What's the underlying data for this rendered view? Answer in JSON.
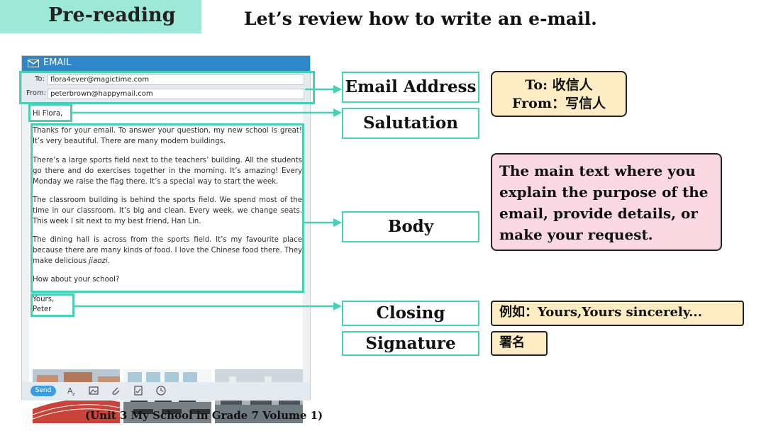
{
  "badge": "Pre-reading",
  "heading": "Let’s review how to write an e-mail.",
  "email": {
    "title": "EMAIL",
    "to_label": "To:",
    "to_value": "flora4ever@magictime.com",
    "from_label": "From:",
    "from_value": "peterbrown@happymail.com",
    "salutation": "Hi Flora,",
    "body": [
      "Thanks for your email. To answer your question, my new school is great! It’s very beautiful. There are many modern buildings.",
      "There’s a large sports field next to the teachers’ building. All the students go there and do exercises together in the morning. It’s amazing! Every Monday we raise the flag there. It’s a special way to start the week.",
      "The classroom building is behind the sports field. We spend most of the time in our classroom. It’s big and clean. Every week, we change seats. This week I sit next to my best friend, Han Lin.",
      "The dining hall is across from the sports field. It’s my favourite place because there are many kinds of food. I love the Chinese food there. They make delicious",
      "How about your school?"
    ],
    "body_italic": "jiaozi.",
    "closing": "Yours,",
    "signature": "Peter",
    "send": "Send"
  },
  "labels": {
    "email_address": "Email Address",
    "salutation": "Salutation",
    "body": "Body",
    "closing": "Closing",
    "signature": "Signature"
  },
  "notes": {
    "to_line": "To: 收信人",
    "from_line": "From：写信人",
    "main_text": "The main text where you explain the purpose of the email, provide details, or make your request.",
    "closing_example": "例如：Yours,Yours sincerely...",
    "signature_note": "署名"
  },
  "caption": "(Unit 3 My School in Grade 7 Volume 1)",
  "colors": {
    "accent": "#47d0b4",
    "badge": "#9ee8d8",
    "window_header": "#2f86c8",
    "note_yellow": "#fdecc4",
    "note_pink": "#fbd9e2"
  },
  "icons": [
    "envelope-icon",
    "font-size-icon",
    "image-icon",
    "attachment-icon",
    "document-icon",
    "clock-icon"
  ]
}
